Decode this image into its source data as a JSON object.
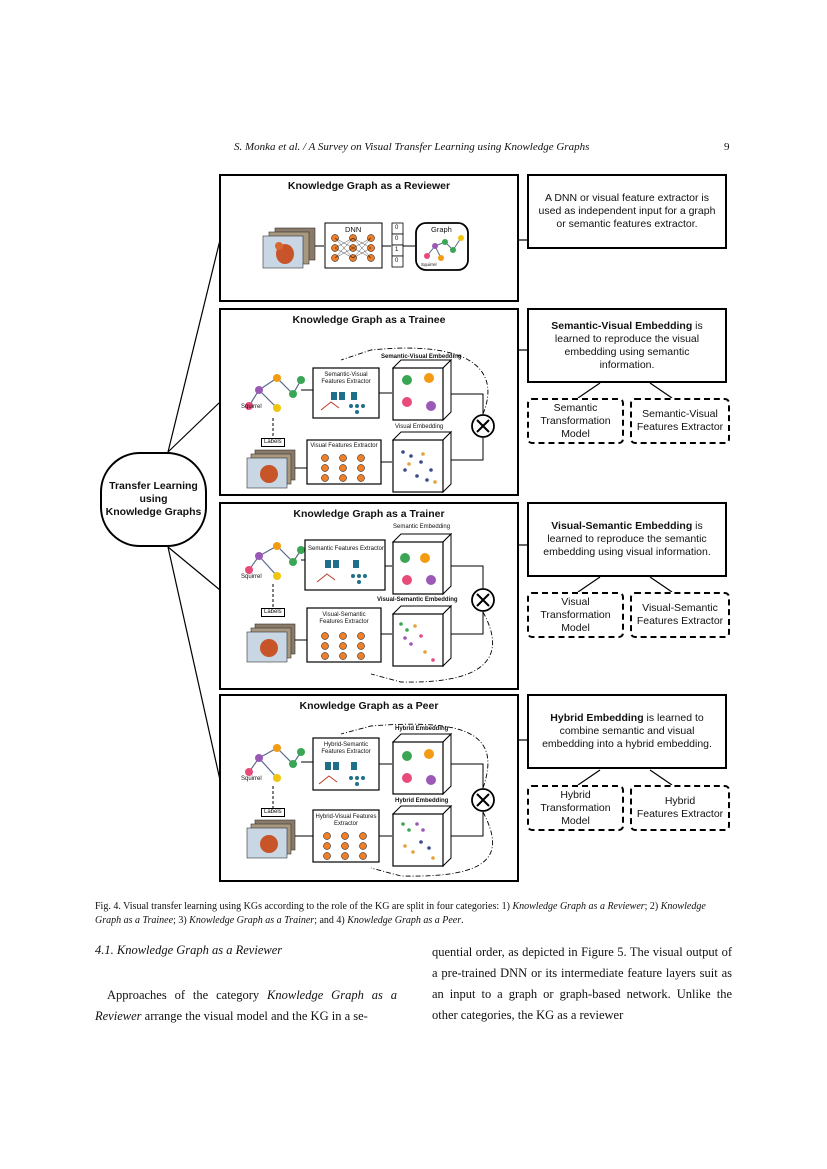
{
  "header": {
    "running_title": "S. Monka et al. / A Survey on Visual Transfer Learning using Knowledge Graphs",
    "page_number": "9"
  },
  "figure": {
    "root": [
      "Transfer Learning",
      "using",
      "Knowledge Graphs"
    ],
    "reviewer": {
      "title": "Knowledge Graph as a Reviewer",
      "dnn": "DNN",
      "graph": "Graph",
      "squirrel": "Squirrel",
      "vector": [
        "0",
        "0",
        "1",
        "0"
      ],
      "description": "A DNN or visual feature extractor is used as independent input for a graph or semantic features extractor."
    },
    "trainee": {
      "title": "Knowledge Graph as a Trainee",
      "top_extractor": "Semantic-Visual Features Extractor",
      "top_embedding": "Semantic-Visual Embedding",
      "bottom_extractor": "Visual Features Extractor",
      "bottom_embedding": "Visual Embedding",
      "squirrel": "Squirrel",
      "labels": "Labels",
      "description_bold": "Semantic-Visual Embedding",
      "description_rest": " is learned to reproduce the visual embedding using semantic information.",
      "box_left": [
        "Semantic",
        "Transformation",
        "Model"
      ],
      "box_right": [
        "Semantic-Visual",
        "Features Extractor"
      ]
    },
    "trainer": {
      "title": "Knowledge Graph as a Trainer",
      "top_extractor": "Semantic Features Extractor",
      "top_embedding": "Semantic Embedding",
      "bottom_extractor": "Visual-Semantic Features Extractor",
      "bottom_embedding": "Visual-Semantic Embedding",
      "squirrel": "Squirrel",
      "labels": "Labels",
      "description_bold": "Visual-Semantic Embedding",
      "description_rest": " is learned to reproduce the semantic embedding using visual information.",
      "box_left": [
        "Visual",
        "Transformation",
        "Model"
      ],
      "box_right": [
        "Visual-Semantic",
        "Features Extractor"
      ]
    },
    "peer": {
      "title": "Knowledge Graph as a Peer",
      "top_extractor": "Hybrid-Semantic Features Extractor",
      "top_embedding": "Hybrid Embedding",
      "bottom_extractor": "Hybrid-Visual Features Extractor",
      "bottom_embedding": "Hybrid Embedding",
      "squirrel": "Squirrel",
      "labels": "Labels",
      "description_bold": "Hybrid Embedding",
      "description_rest": " is learned to combine semantic and visual embedding into a hybrid embedding.",
      "box_left": [
        "Hybrid",
        "Transformation",
        "Model"
      ],
      "box_right": [
        "Hybrid",
        "Features Extractor"
      ]
    }
  },
  "caption": {
    "prefix": "Fig. 4. Visual transfer learning using KGs according to the role of the KG are split in four categories: 1) ",
    "i1": "Knowledge Graph as a Reviewer",
    "s1": "; 2)",
    "i2": "Knowledge Graph as a Trainee",
    "s2": "; 3) ",
    "i3": "Knowledge Graph as a Trainer",
    "s3": "; and 4) ",
    "i4": "Knowledge Graph as a Peer",
    "s4": "."
  },
  "section": {
    "heading": "4.1.  Knowledge Graph as a Reviewer"
  },
  "body": {
    "left_p1": "Approaches of the category ",
    "left_i1": "Knowledge Graph as a Reviewer",
    "left_p2": " arrange the visual model and the KG in a se-",
    "right": "quential order, as depicted in Figure 5. The visual output of a pre-trained DNN or its intermediate feature layers suit as an input to a graph or graph-based network. Unlike the other categories, the KG as a reviewer"
  }
}
